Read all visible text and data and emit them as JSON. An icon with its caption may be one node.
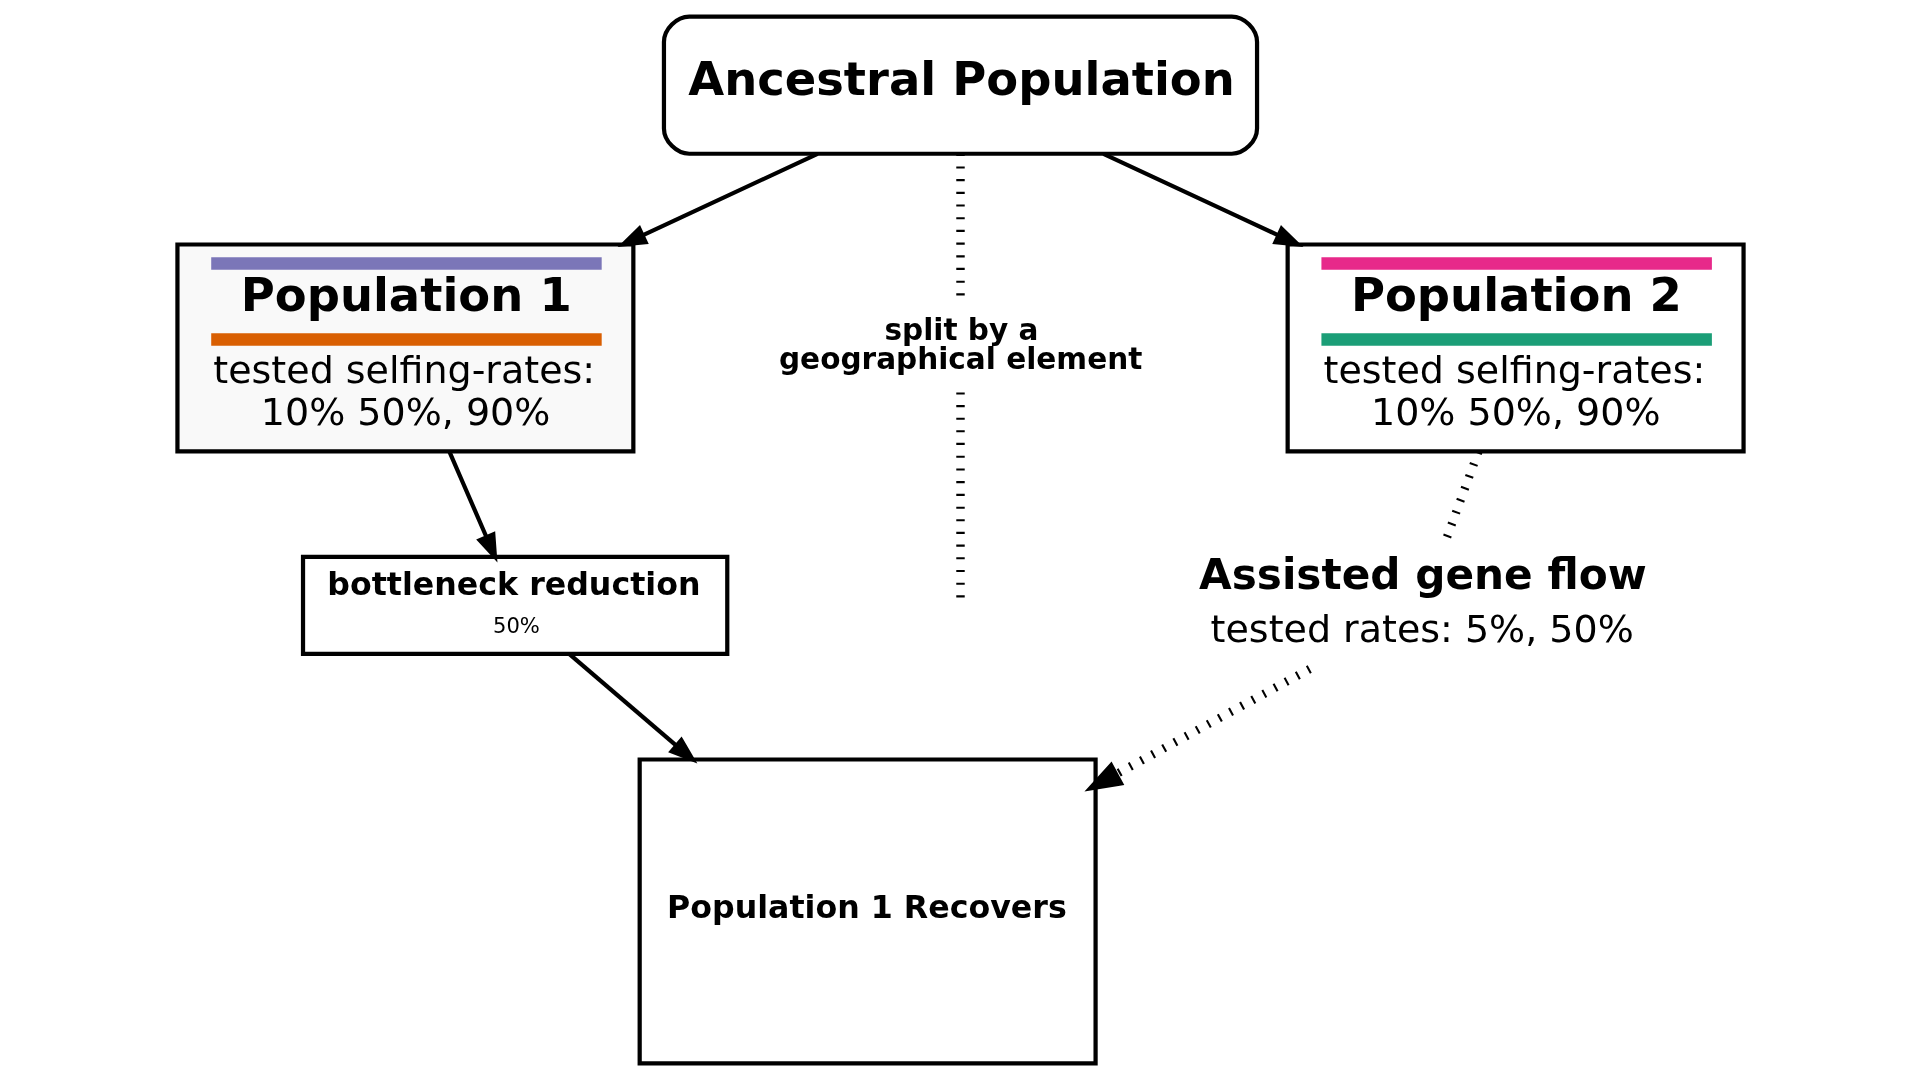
{
  "diagram": {
    "nodes": [
      {
        "text": [
          "Ancestral Population"
        ]
      },
      {
        "text": [
          "Population 1",
          "tested selfing-rates: 10% 50%, 90%"
        ]
      },
      {
        "text": [
          "split by a geographical element"
        ]
      },
      {
        "text": [
          "Population 2",
          "tested selfing-rates: 10% 50%, 90%"
        ]
      },
      {
        "text": [
          "bottleneck reduction",
          "50%"
        ]
      },
      {
        "text": [
          "Population 1 Recovers"
        ]
      },
      {
        "text": [
          "Assisted gene flow",
          "tested rates: 5%, 50%"
        ]
      }
    ],
    "edges": [
      {
        "from": 0,
        "to": 1,
        "arrow": "to"
      },
      {
        "from": 0,
        "to": 3,
        "arrow": "to"
      },
      {
        "from": 0,
        "to": 2,
        "arrow": "none",
        "style": "dashed"
      },
      {
        "from": 2,
        "to": null,
        "arrow": "none",
        "style": "dashed"
      },
      {
        "from": 1,
        "to": 4,
        "arrow": "to"
      },
      {
        "from": 4,
        "to": 5,
        "arrow": "to"
      },
      {
        "from": 3,
        "to": 6,
        "arrow": "none",
        "style": "dashed"
      },
      {
        "from": 6,
        "to": 5,
        "arrow": "to",
        "style": "dashed"
      }
    ]
  }
}
